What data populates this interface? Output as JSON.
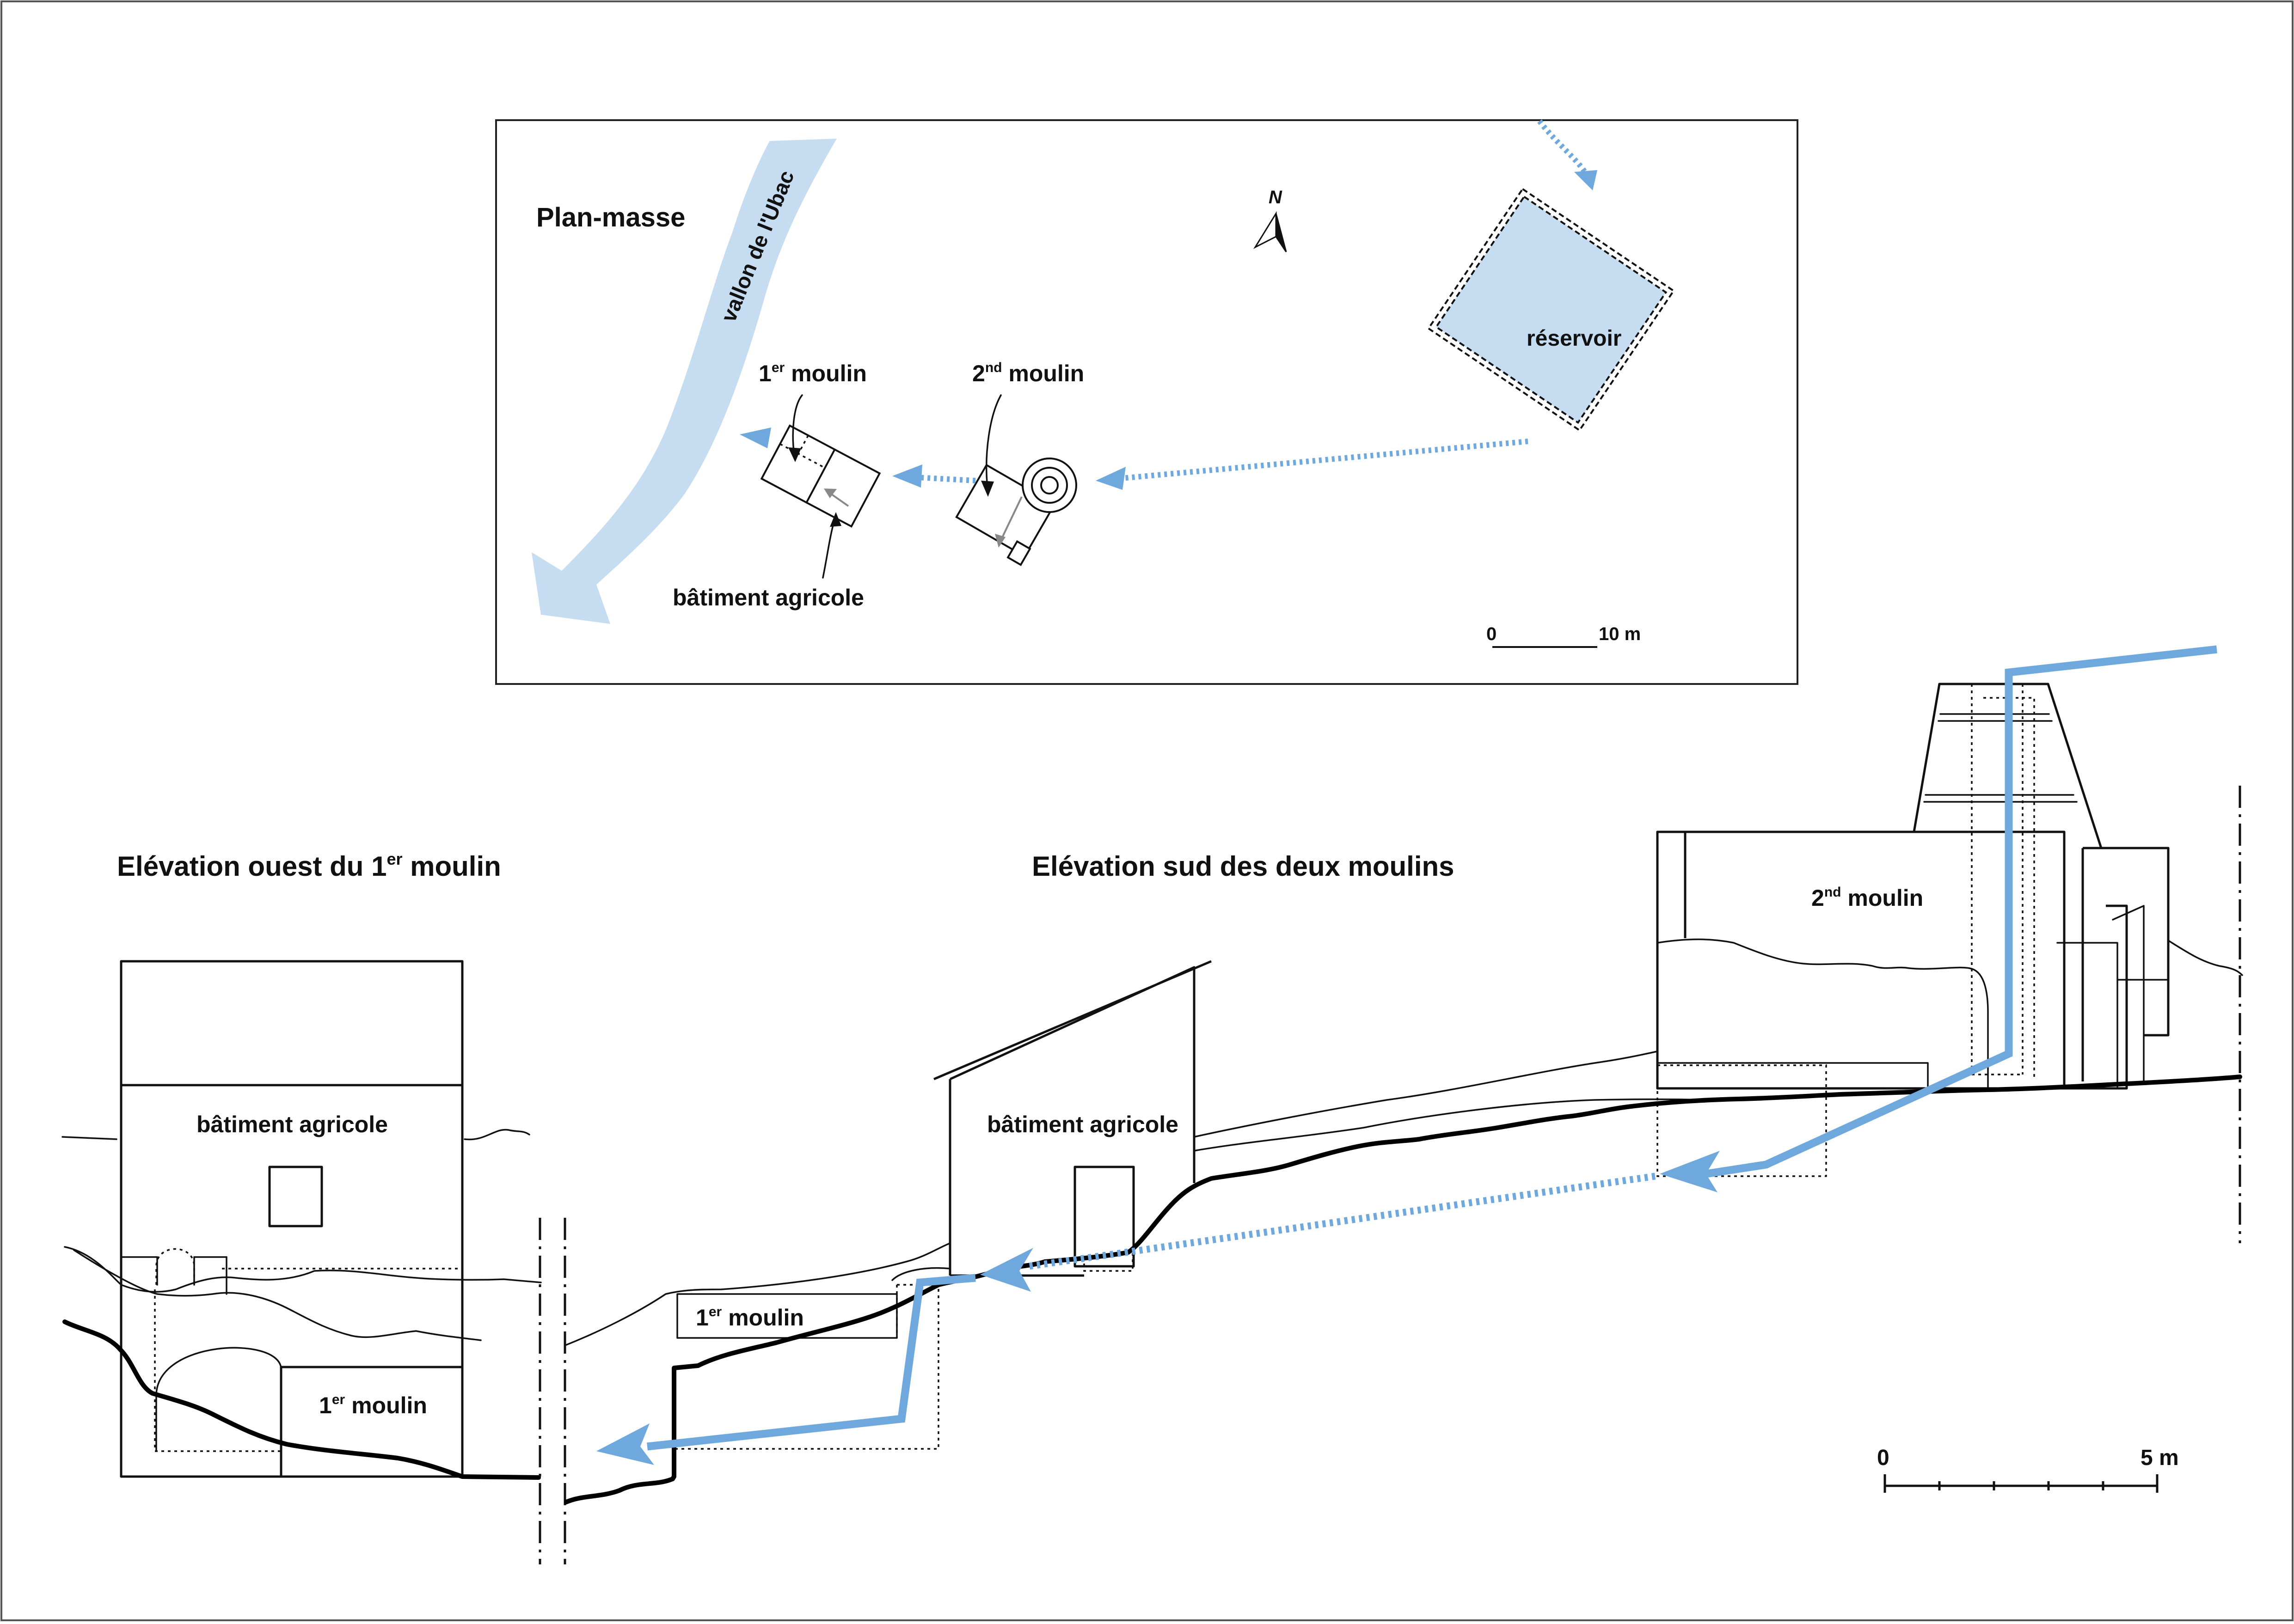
{
  "plan": {
    "title": "Plan-masse",
    "north": "N",
    "stream": "vallon de l'Ubac",
    "first_mill_num": "1",
    "first_mill_sup": "er",
    "first_mill_word": " moulin",
    "second_mill_num": "2",
    "second_mill_sup": "nd",
    "second_mill_word": " moulin",
    "reservoir": "réservoir",
    "farm_building": "bâtiment agricole",
    "scale_start": "0",
    "scale_end": "10 m"
  },
  "west_elevation": {
    "title_text": "Elévation ouest du 1",
    "title_sup": "er",
    "title_word": " moulin",
    "farm_building": "bâtiment agricole",
    "mill_num": "1",
    "mill_sup": "er",
    "mill_word": " moulin"
  },
  "south_elevation": {
    "title": "Elévation sud des deux moulins",
    "farm_building": "bâtiment agricole",
    "first_mill_num": "1",
    "first_mill_sup": "er",
    "first_mill_word": " moulin",
    "second_mill_num": "2",
    "second_mill_sup": "nd",
    "second_mill_word": " moulin"
  },
  "elevation_scale": {
    "start": "0",
    "end": "5 m"
  },
  "colors": {
    "water": "#6fa8dc",
    "stream": "#c5dcf1",
    "ink": "#111111"
  }
}
